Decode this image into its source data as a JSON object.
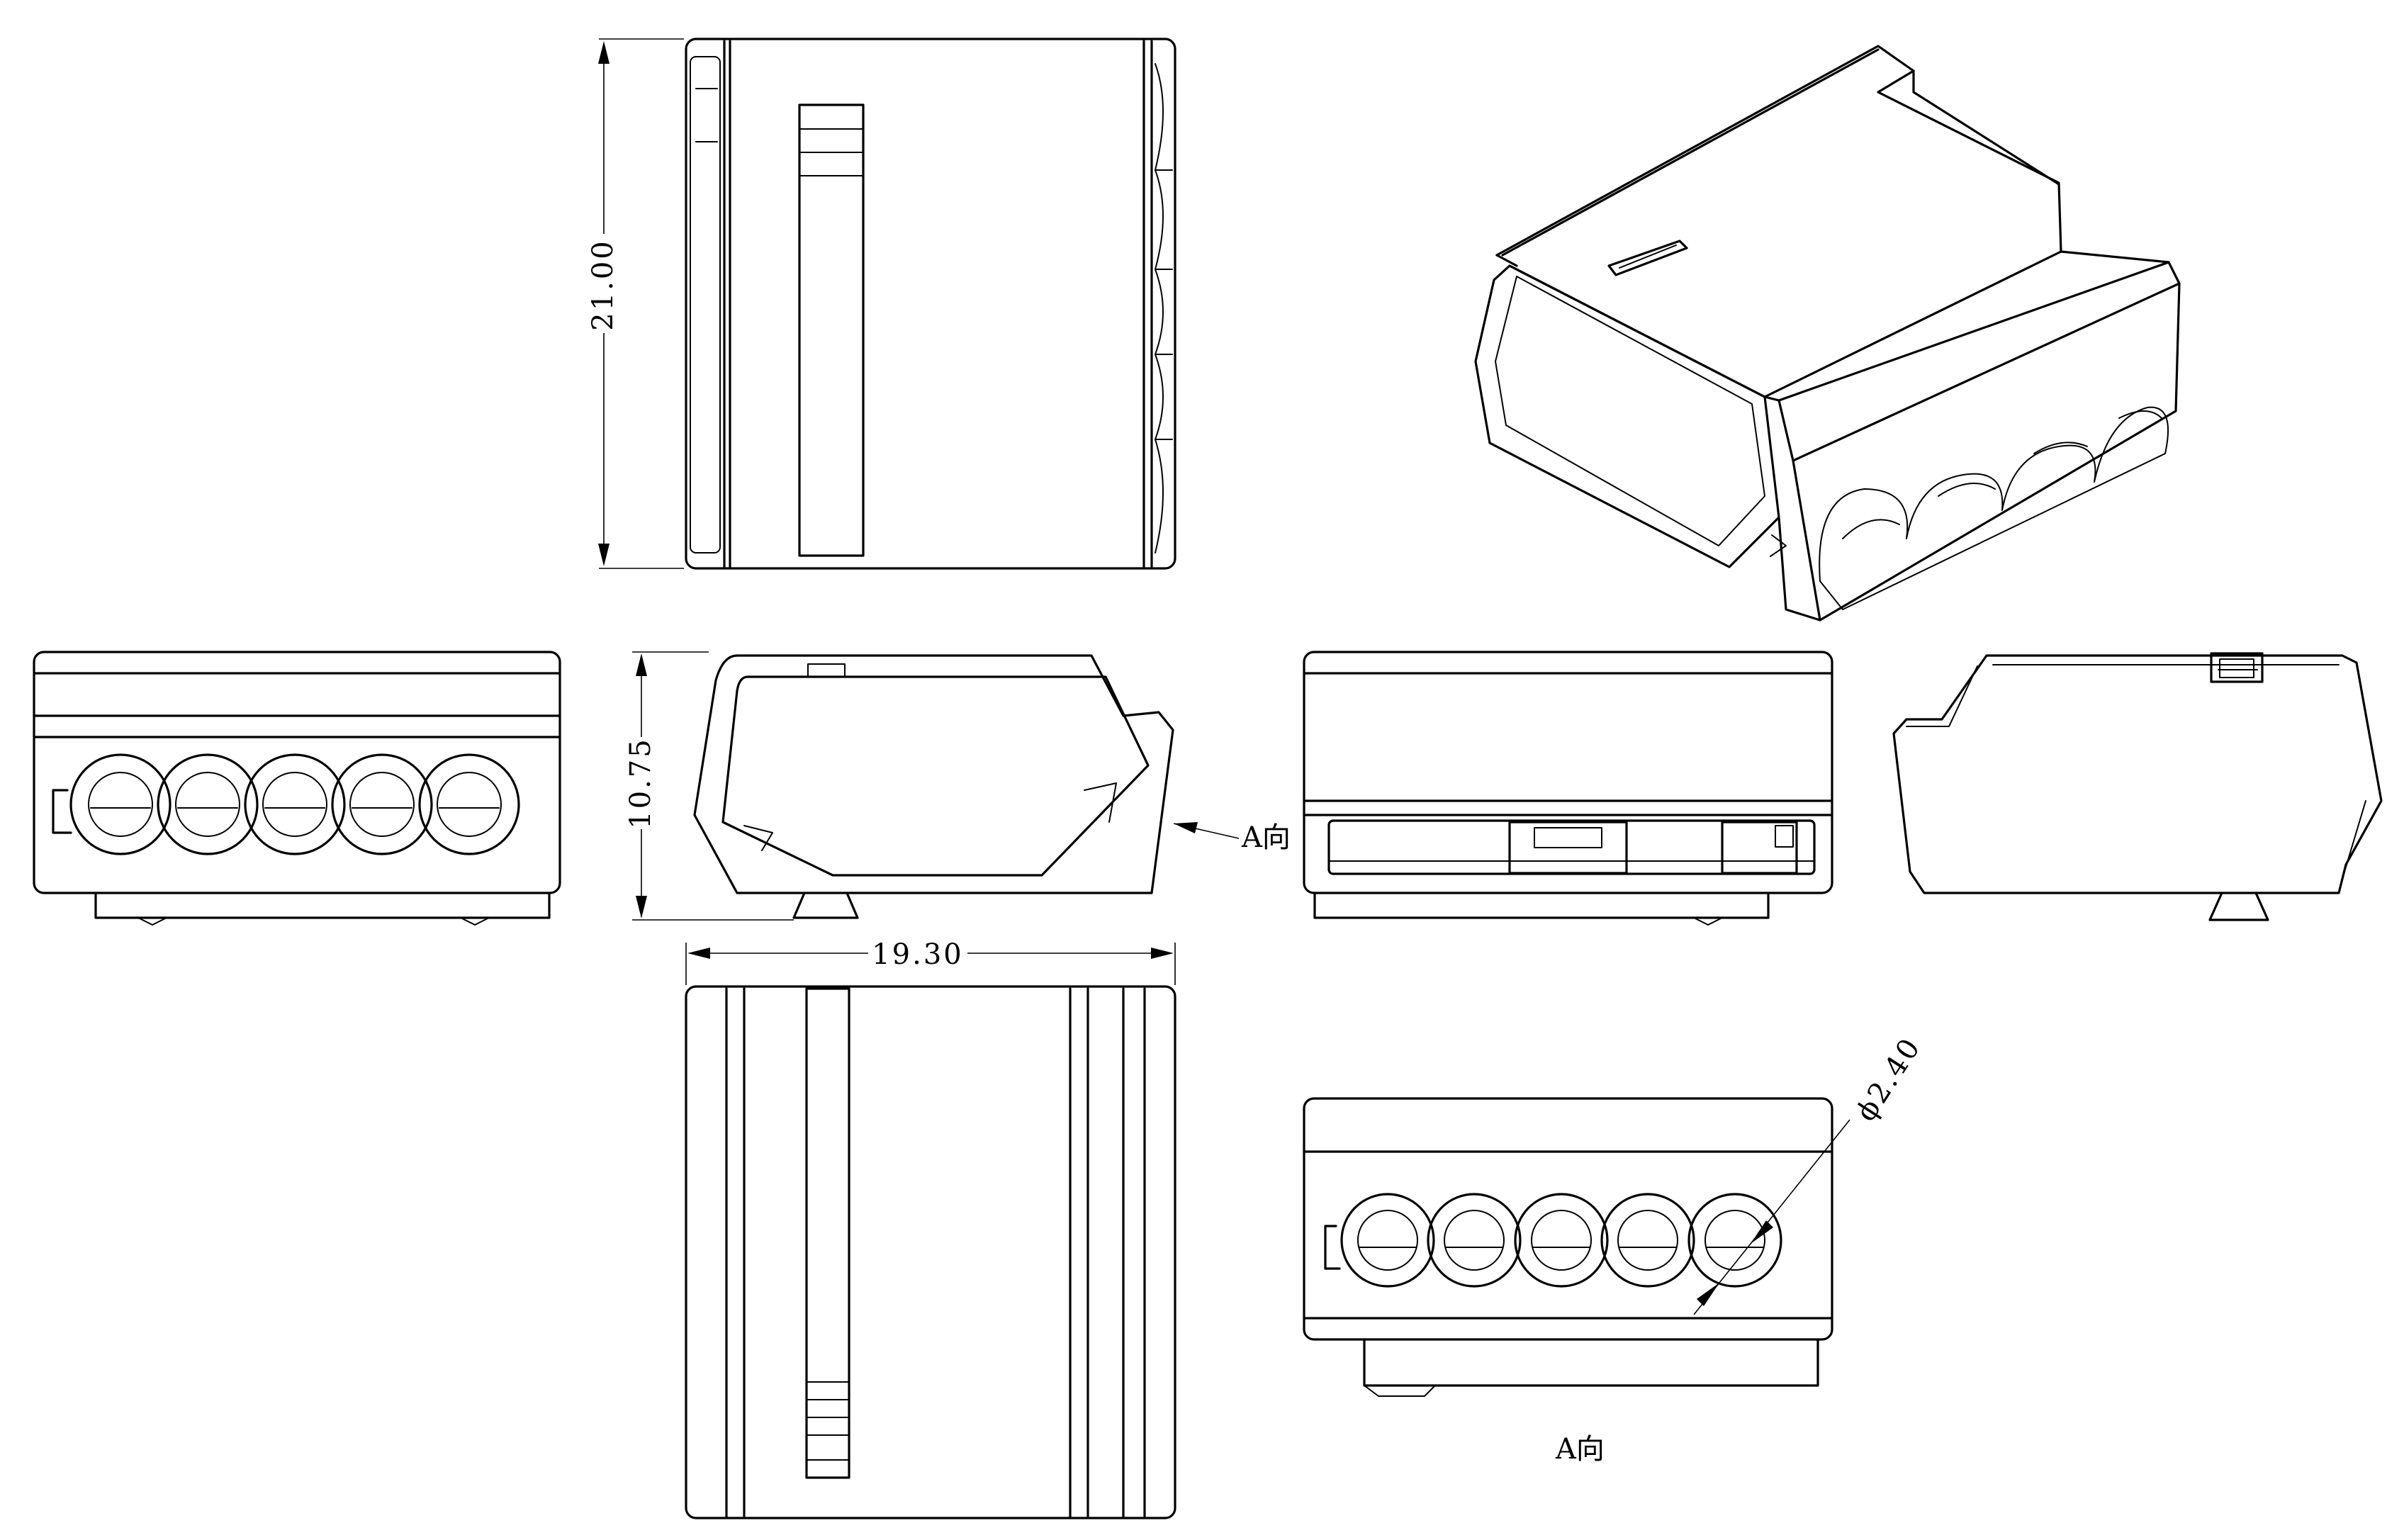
{
  "drawing": {
    "dimensions": {
      "height_top_view": "21.00",
      "height_side_view": "10.75",
      "width_bottom_view": "19.30",
      "hole_diameter": "ϕ2.40"
    },
    "view_labels": {
      "side_arrow_label": "A向",
      "view_a_label": "A向"
    },
    "colors": {
      "line": "#000000",
      "background": "#ffffff"
    },
    "hole_count": 5
  }
}
